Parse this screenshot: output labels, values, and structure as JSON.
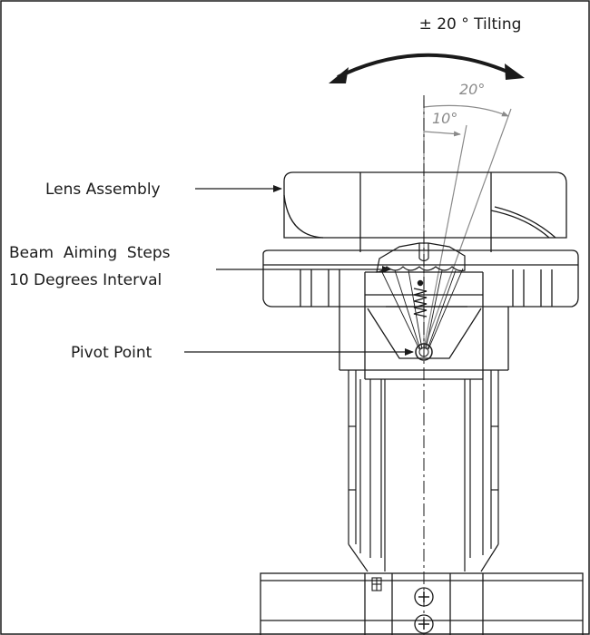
{
  "diagram": {
    "tilt_label": "± 20 ° Tilting",
    "angle_20": "20°",
    "angle_10": "10°",
    "callouts": {
      "lens_assembly": "Lens Assembly",
      "beam_steps_line1": "Beam  Aiming  Steps",
      "beam_steps_line2": "10 Degrees Interval",
      "pivot_point": "Pivot Point"
    }
  },
  "colors": {
    "line": "#1a1a1a",
    "dimension": "#8a8a8a",
    "background": "#ffffff"
  }
}
